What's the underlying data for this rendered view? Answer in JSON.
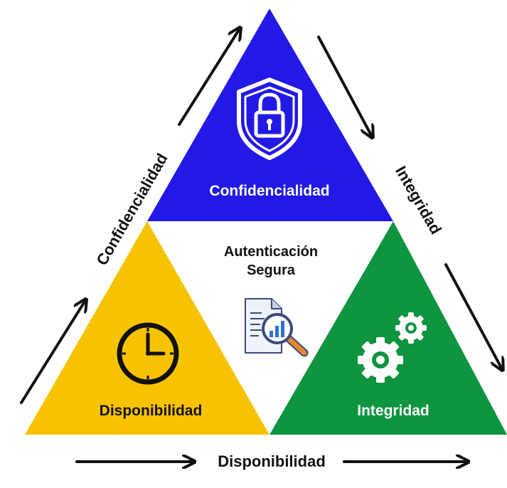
{
  "colors": {
    "top": "#2219e6",
    "left": "#f7c300",
    "right": "#0f9440",
    "center": "#ffffff",
    "ink": "#111111",
    "white": "#ffffff"
  },
  "triangles": {
    "top": {
      "label": "Confidencialidad",
      "icon": "shield-lock-icon"
    },
    "left": {
      "label": "Disponibilidad",
      "icon": "clock-icon"
    },
    "right": {
      "label": "Integridad",
      "icon": "gears-icon"
    }
  },
  "center": {
    "line1": "Autenticación",
    "line2": "Segura",
    "icon": "document-chart-search-icon"
  },
  "edges": {
    "left": "Confidencialidad",
    "right": "Integridad",
    "bottom": "Disponibilidad"
  }
}
